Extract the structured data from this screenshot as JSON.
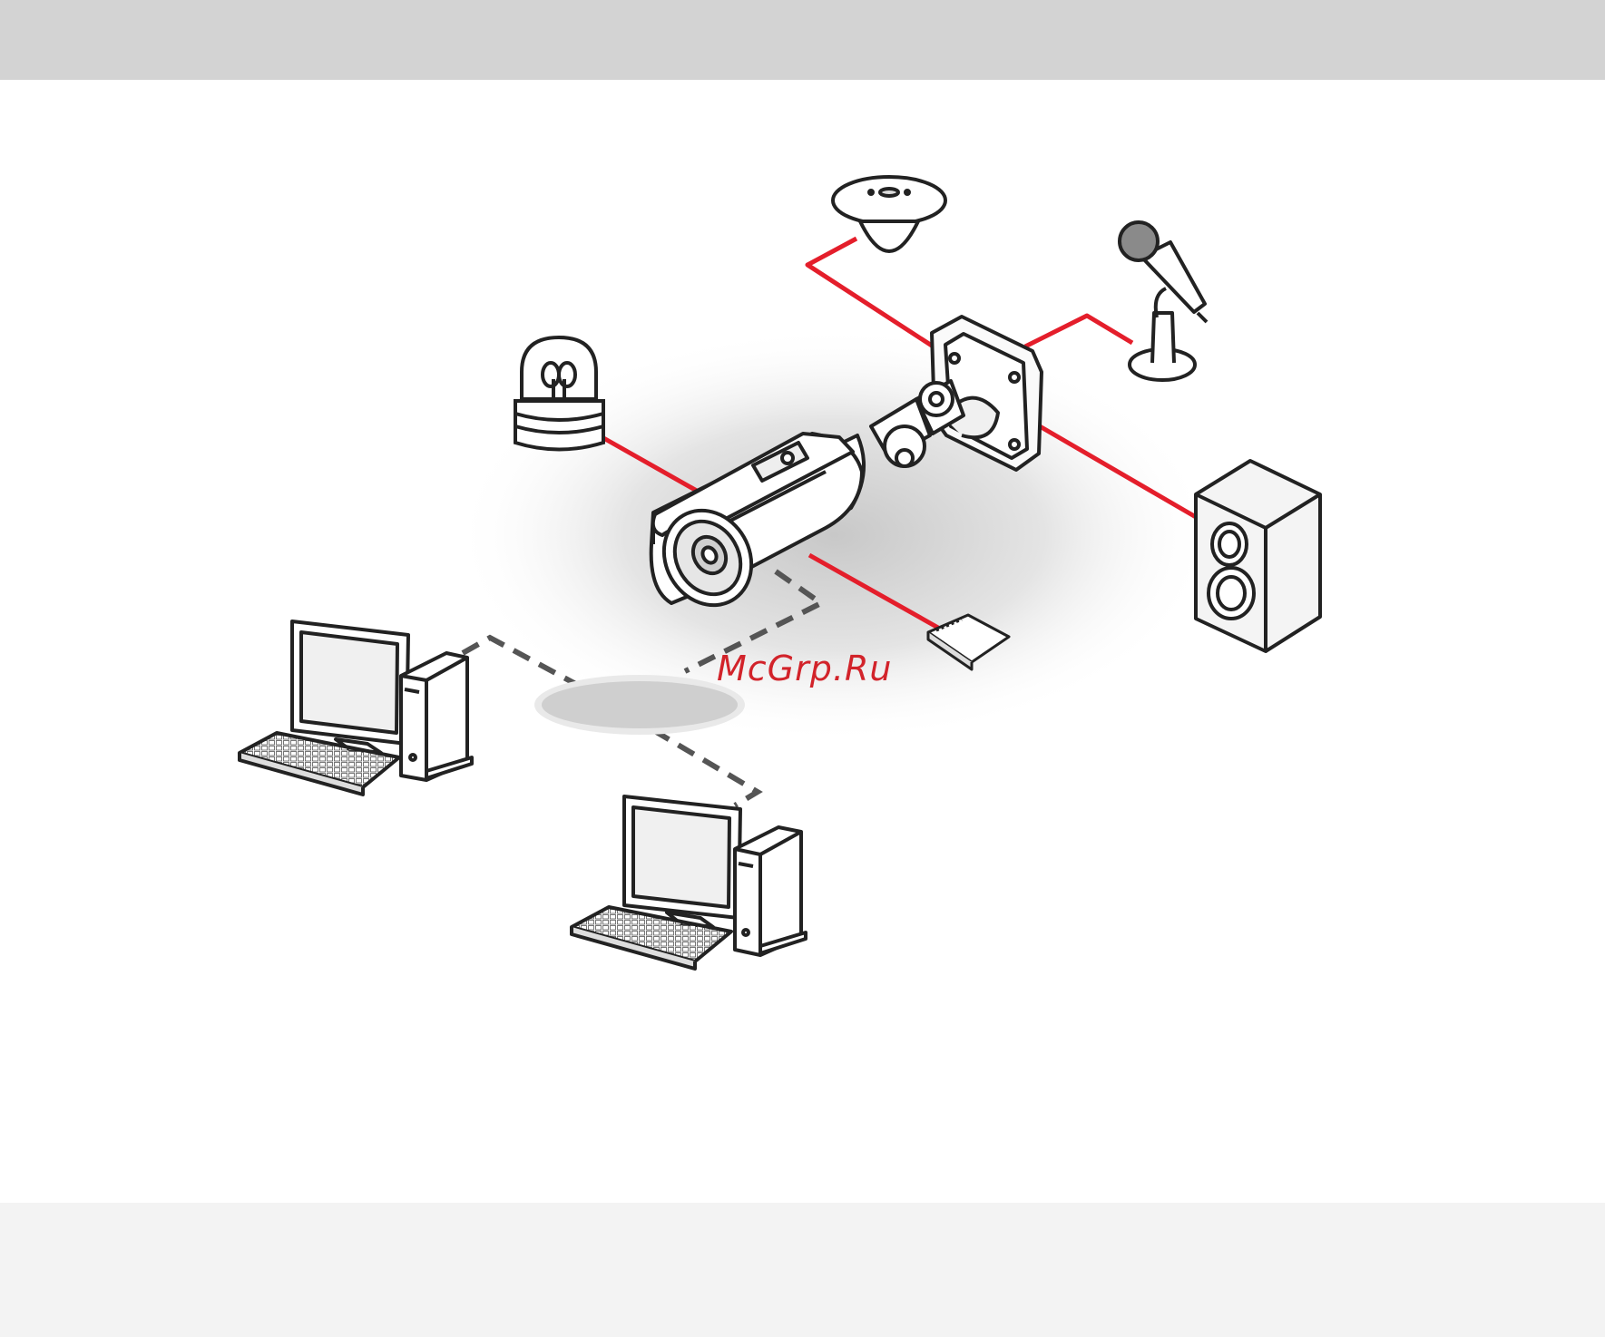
{
  "colors": {
    "top_band": "#d3d3d3",
    "bottom_band": "#f3f3f3",
    "wire": "#e41e2b",
    "network_line": "#555555",
    "outline": "#222222"
  },
  "watermark": {
    "text": "McGrp.Ru"
  },
  "devices": [
    {
      "id": "bullet-camera",
      "icon": "bullet-camera-icon"
    },
    {
      "id": "dome-camera",
      "icon": "dome-camera-icon"
    },
    {
      "id": "microphone",
      "icon": "microphone-icon"
    },
    {
      "id": "speaker",
      "icon": "speaker-icon"
    },
    {
      "id": "alarm-light",
      "icon": "alarm-light-icon"
    },
    {
      "id": "sd-card",
      "icon": "sd-card-icon"
    },
    {
      "id": "network-hub",
      "icon": "network-ellipse-icon"
    },
    {
      "id": "pc-1",
      "icon": "desktop-computer-icon"
    },
    {
      "id": "pc-2",
      "icon": "desktop-computer-icon"
    }
  ]
}
